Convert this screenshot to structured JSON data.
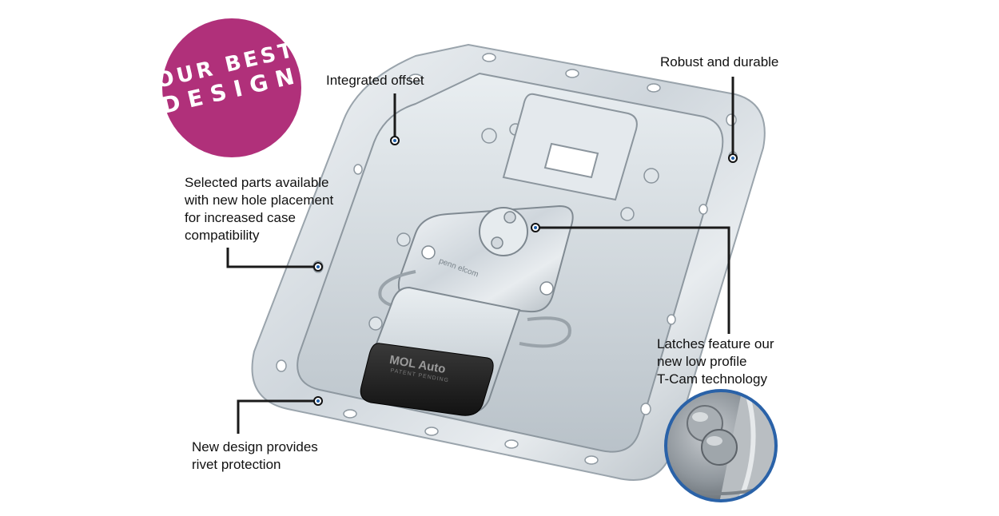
{
  "badge": {
    "line1": "OUR BEST",
    "line2": "DESIGN",
    "color": "#b0307a"
  },
  "callouts": {
    "integrated_offset": "Integrated offset",
    "robust": "Robust and durable",
    "selected_parts": [
      "Selected parts available",
      "with new hole placement",
      "for increased case",
      "compatibility"
    ],
    "latches": [
      "Latches feature our",
      "new low profile",
      "T-Cam technology"
    ],
    "rivet": [
      "New design provides",
      "rivet protection"
    ]
  },
  "product": {
    "handle_text": "MOL Auto",
    "handle_subtext": "PATENT PENDING",
    "plate_text": "penn elcom"
  },
  "colors": {
    "leader": "#1a1a1a",
    "dot": "#1f5ea8",
    "inset_ring": "#2a62a8",
    "metal": "#d9dfe4"
  }
}
